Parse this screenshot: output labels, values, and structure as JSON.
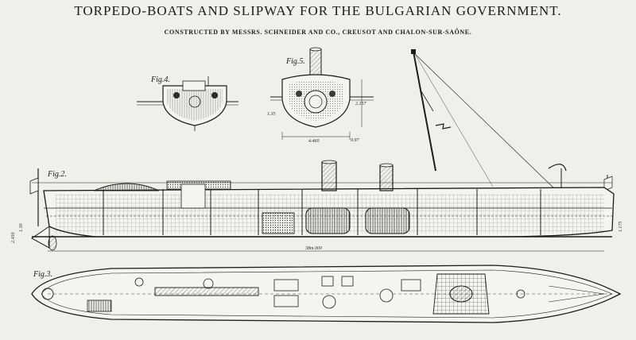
{
  "header": {
    "title": "TORPEDO-BOATS AND SLIPWAY FOR THE BULGARIAN GOVERNMENT.",
    "subtitle": "CONSTRUCTED BY MESSRS. SCHNEIDER AND CO., CREUSOT AND CHALON-SUR-SAÔNE."
  },
  "figures": {
    "fig4": "Fig.4.",
    "fig5": "Fig.5.",
    "fig2": "Fig.2.",
    "fig3": "Fig.3."
  },
  "dimensions": {
    "fig5_width": "4.460",
    "fig5_height": "2.157",
    "fig5_draft": "0.97",
    "fig5_depth": "1.35",
    "overall_length": "38m.000",
    "stern_height": "2.450",
    "stern_draft": "1.30",
    "bow_height": "1.175"
  },
  "colors": {
    "ink": "#1c1c1c",
    "paper": "#f1efe9",
    "hatch": "#5a5a5a"
  }
}
